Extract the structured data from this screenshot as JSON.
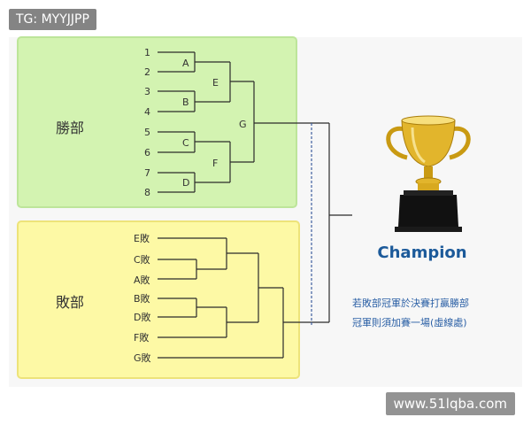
{
  "overlay": {
    "tag_text": "TG: MYYJJPP",
    "watermark_text": "www.51lqba.com"
  },
  "winners": {
    "title": "勝部",
    "seeds": [
      "1",
      "2",
      "3",
      "4",
      "5",
      "6",
      "7",
      "8"
    ],
    "round1": [
      "A",
      "B",
      "C",
      "D"
    ],
    "round2": [
      "E",
      "F"
    ],
    "final": "G"
  },
  "losers": {
    "title": "敗部",
    "entries": [
      "E敗",
      "C敗",
      "A敗",
      "B敗",
      "D敗",
      "F敗",
      "G敗"
    ]
  },
  "trophy": {
    "label": "Champion"
  },
  "note": {
    "line1": "若敗部冠軍於決賽打贏勝部",
    "line2": "冠軍則須加賽一場(虛線處)"
  },
  "colors": {
    "winners_bg": "#d3f3b1",
    "winners_border": "#bde59a",
    "losers_bg": "#fdf9a5",
    "losers_border": "#ede37a",
    "bracket_line": "#2b2b2b",
    "dashed_line": "#3f5f9f",
    "champion_text": "#1c5a9a",
    "note_text": "#2a5fa5"
  }
}
